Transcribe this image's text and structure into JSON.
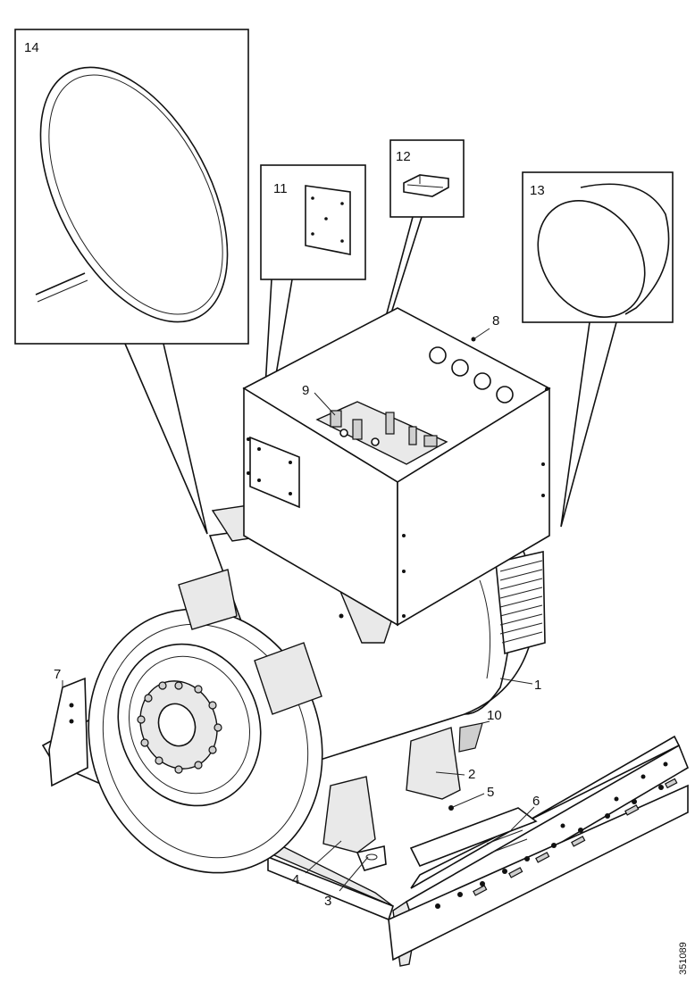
{
  "callouts": {
    "c1": "1",
    "c2": "2",
    "c3": "3",
    "c4": "4",
    "c5": "5",
    "c6": "6",
    "c7": "7",
    "c8": "8",
    "c9": "9",
    "c10": "10",
    "c11": "11",
    "c12": "12",
    "c13": "13",
    "c14": "14"
  },
  "reference_number": "351089"
}
